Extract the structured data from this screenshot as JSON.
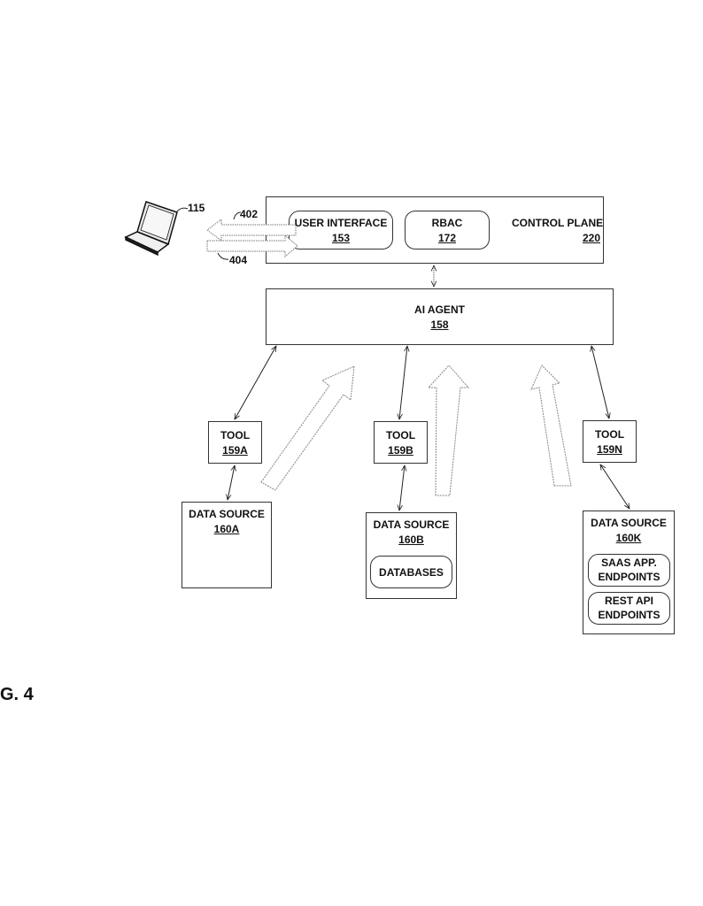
{
  "figure": {
    "label": "G. 4"
  },
  "client": {
    "ref": "115",
    "icon": "laptop-icon"
  },
  "flows": {
    "request_ref": "402",
    "response_ref": "404"
  },
  "control_plane": {
    "title": "CONTROL PLANE",
    "ref": "220",
    "user_interface": {
      "title": "USER INTERFACE",
      "ref": "153"
    },
    "rbac": {
      "title": "RBAC",
      "ref": "172"
    }
  },
  "ai_agent": {
    "title": "AI AGENT",
    "ref": "158"
  },
  "tools": [
    {
      "title": "TOOL",
      "ref": "159A"
    },
    {
      "title": "TOOL",
      "ref": "159B"
    },
    {
      "title": "TOOL",
      "ref": "159N"
    }
  ],
  "data_sources": [
    {
      "title": "DATA SOURCE",
      "ref": "160A",
      "items": []
    },
    {
      "title": "DATA SOURCE",
      "ref": "160B",
      "items": [
        "DATABASES"
      ]
    },
    {
      "title": "DATA SOURCE",
      "ref": "160K",
      "items": [
        "SAAS APP.\nENDPOINTS",
        "REST API\nENDPOINTS"
      ]
    }
  ],
  "data_source_160k_items": {
    "saas_line1": "SAAS APP.",
    "saas_line2": "ENDPOINTS",
    "rest_line1": "REST API",
    "rest_line2": "ENDPOINTS"
  }
}
